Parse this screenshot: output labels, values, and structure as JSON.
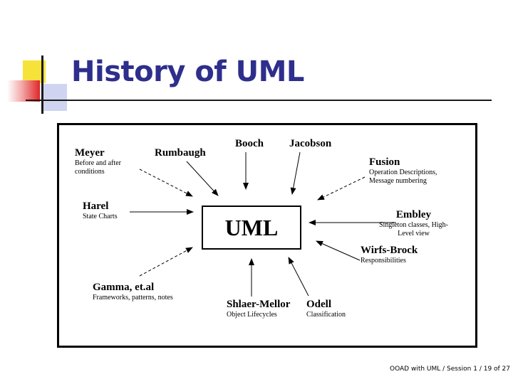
{
  "slide": {
    "title": "History of UML",
    "footer": "OOAD with UML / Session 1 / 19 of 27"
  },
  "diagram": {
    "center": "UML",
    "contributors": [
      {
        "id": "meyer",
        "name": "Meyer",
        "desc": [
          "Before and after",
          "conditions"
        ]
      },
      {
        "id": "rumbaugh",
        "name": "Rumbaugh",
        "desc": []
      },
      {
        "id": "booch",
        "name": "Booch",
        "desc": []
      },
      {
        "id": "jacobson",
        "name": "Jacobson",
        "desc": []
      },
      {
        "id": "fusion",
        "name": "Fusion",
        "desc": [
          "Operation Descriptions,",
          "Message numbering"
        ]
      },
      {
        "id": "harel",
        "name": "Harel",
        "desc": [
          "State Charts"
        ]
      },
      {
        "id": "embley",
        "name": "Embley",
        "desc": [
          "Singleton classes, High-",
          "Level view"
        ]
      },
      {
        "id": "wirfs-brock",
        "name": "Wirfs-Brock",
        "desc": [
          "Responsibilities"
        ]
      },
      {
        "id": "gamma",
        "name": "Gamma, et.al",
        "desc": [
          "Frameworks, patterns, notes"
        ]
      },
      {
        "id": "shlaer-mellor",
        "name": "Shlaer-Mellor",
        "desc": [
          "Object Lifecycles"
        ]
      },
      {
        "id": "odell",
        "name": "Odell",
        "desc": [
          "Classification"
        ]
      }
    ]
  }
}
